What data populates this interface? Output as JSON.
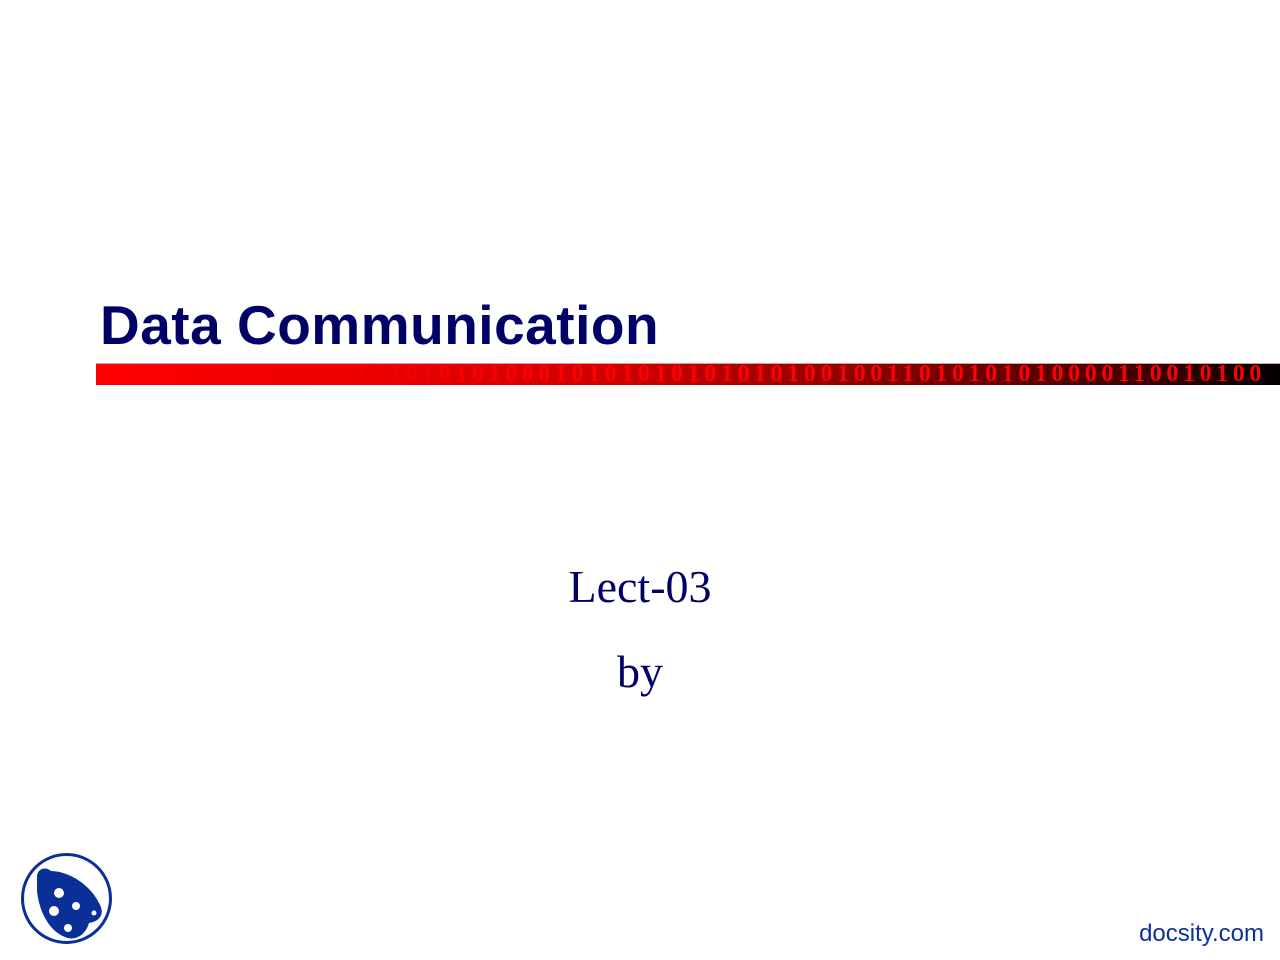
{
  "slide": {
    "title": "Data Communication",
    "binary_strip": "010101010101010001010101010101010010011010101010000110010100",
    "subtitle": "Lect-03",
    "byline": "by",
    "watermark": "docsity.com",
    "colors": {
      "title": "#000066",
      "strip_start": "#ff0000",
      "strip_end": "#000000",
      "logo": "#0a2f96"
    }
  }
}
